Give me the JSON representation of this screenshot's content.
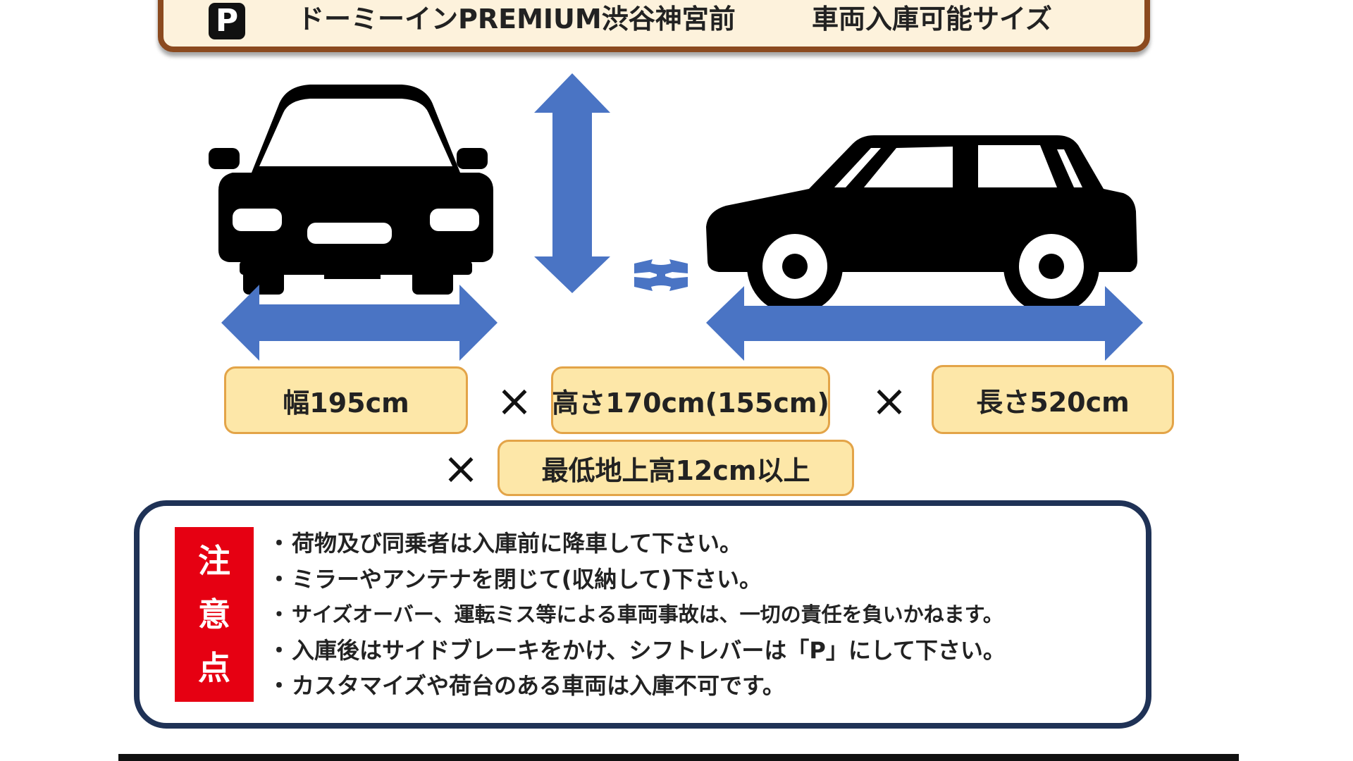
{
  "header": {
    "parking_icon": "P",
    "title": "ドーミーインPREMIUM渋谷神宮前",
    "subtitle": "車両入庫可能サイズ"
  },
  "dimensions": {
    "width": "幅195cm",
    "height": "高さ170cm(155cm)",
    "length": "長さ520cm",
    "ground_clearance": "最低地上高12cm以上",
    "times_symbol": "×"
  },
  "caution": {
    "label": [
      "注",
      "意",
      "点"
    ],
    "bullet": "・",
    "items": [
      "荷物及び同乗者は入庫前に降車して下さい。",
      "ミラーやアンテナを閉じて(収納して)下さい。",
      "サイズオーバー、運転ミス等による車両事故は、一切の責任を負いかねます。",
      "入庫後はサイドブレーキをかけ、シフトレバーは「P」にして下さい。",
      "カスタマイズや荷台のある車両は入庫不可です。"
    ]
  },
  "colors": {
    "arrow": "#4a74c4",
    "box_fill": "#fde7a8",
    "box_border": "#e3a448",
    "caution_red": "#e60012",
    "caution_border": "#1f3256",
    "header_border": "#8b4a1f",
    "header_fill": "#fdf2dc"
  },
  "icons": {
    "parking": "parking-icon",
    "car_front": "car-front-icon",
    "car_side": "car-side-icon",
    "width_arrow": "width-arrow-icon",
    "height_arrow": "height-arrow-icon",
    "clearance_arrow": "clearance-arrow-icon",
    "length_arrow": "length-arrow-icon"
  }
}
